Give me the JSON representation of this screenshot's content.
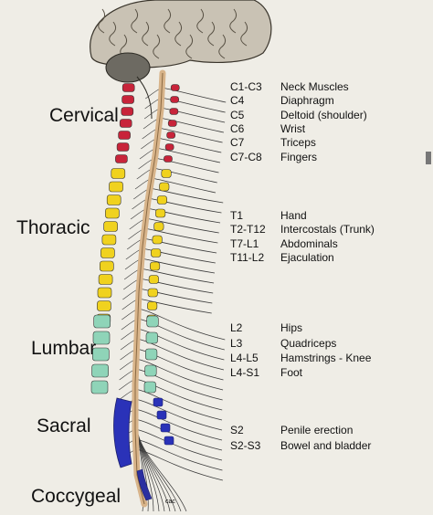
{
  "regions": [
    {
      "name": "Cervical"
    },
    {
      "name": "Thoracic"
    },
    {
      "name": "Lumbar"
    },
    {
      "name": "Sacral"
    },
    {
      "name": "Coccygeal"
    }
  ],
  "innervation": [
    {
      "segment": "C1-C3",
      "function": "Neck Muscles"
    },
    {
      "segment": "C4",
      "function": "Diaphragm"
    },
    {
      "segment": "C5",
      "function": "Deltoid (shoulder)"
    },
    {
      "segment": "C6",
      "function": "Wrist"
    },
    {
      "segment": "C7",
      "function": "Triceps"
    },
    {
      "segment": "C7-C8",
      "function": "Fingers"
    },
    {
      "segment": "T1",
      "function": "Hand"
    },
    {
      "segment": "T2-T12",
      "function": "Intercostals (Trunk)"
    },
    {
      "segment": "T7-L1",
      "function": "Abdominals"
    },
    {
      "segment": "T11-L2",
      "function": "Ejaculation"
    },
    {
      "segment": "L2",
      "function": "Hips"
    },
    {
      "segment": "L3",
      "function": "Quadriceps"
    },
    {
      "segment": "L4-L5",
      "function": "Hamstrings - Knee"
    },
    {
      "segment": "L4-S1",
      "function": "Foot"
    },
    {
      "segment": "S2",
      "function": "Penile erection"
    },
    {
      "segment": "S2-S3",
      "function": "Bowel and bladder"
    }
  ],
  "signature": "cac",
  "colors": {
    "cervical": "#c8243a",
    "thoracic": "#f0d21e",
    "lumbar": "#8fd4b8",
    "sacral": "#2a32b8",
    "coccygeal": "#2b2fa0",
    "brain": "#c9c2b4",
    "cord": "#d8b48a"
  }
}
